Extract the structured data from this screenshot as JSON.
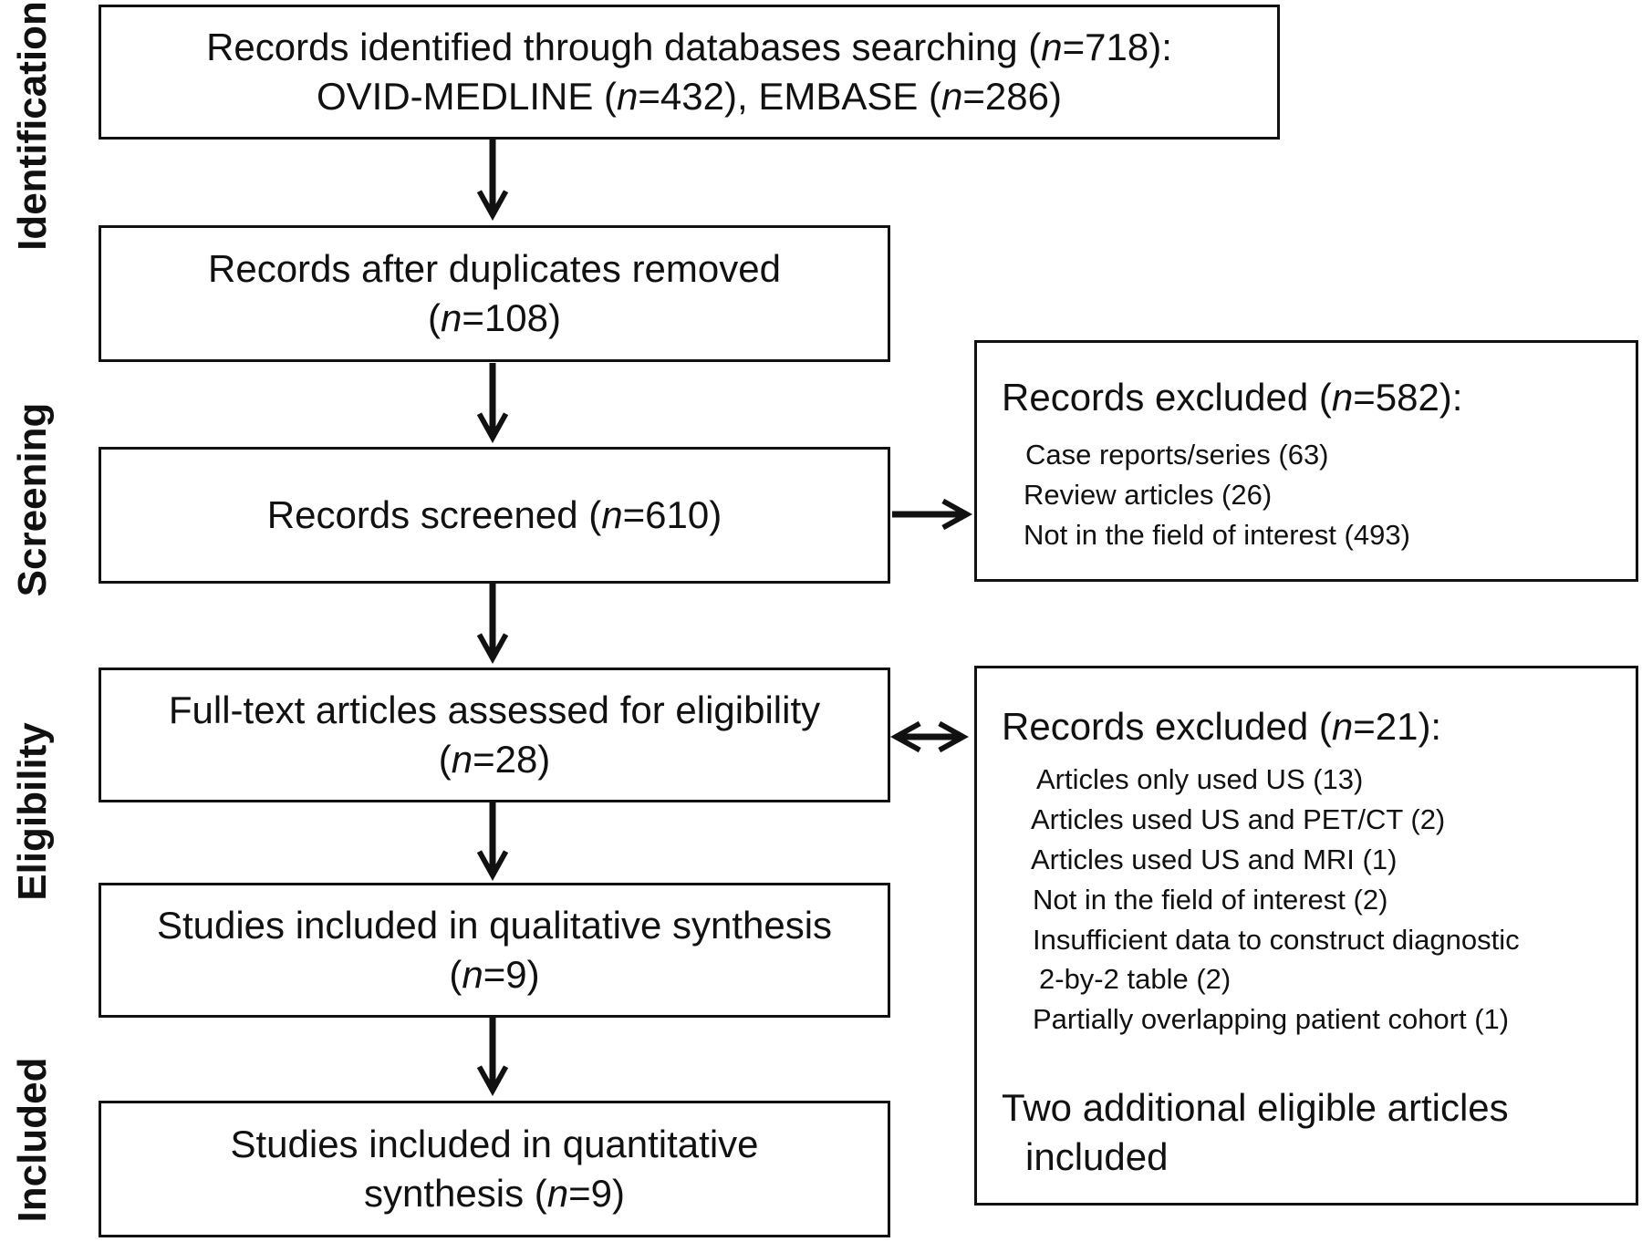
{
  "stages": {
    "identification": "Identification",
    "screening": "Screening",
    "eligibility": "Eligibility",
    "included": "Included"
  },
  "boxes": {
    "identified": {
      "line1_pre": "Records identified through databases searching (",
      "line1_n": "n",
      "line1_post": "=718):",
      "line2_a": "OVID-MEDLINE (",
      "line2_n1": "n",
      "line2_b": "=432), EMBASE (",
      "line2_n2": "n",
      "line2_c": "=286)"
    },
    "duplicates": {
      "line1": "Records after duplicates removed",
      "line2_pre": "(",
      "line2_n": "n",
      "line2_post": "=108)"
    },
    "screened": {
      "line1_pre": "Records screened (",
      "line1_n": "n",
      "line1_post": "=610)"
    },
    "fulltext": {
      "line1": "Full-text articles assessed for eligibility",
      "line2_pre": "(",
      "line2_n": "n",
      "line2_post": "=28)"
    },
    "qualitative": {
      "line1": "Studies included in qualitative synthesis",
      "line2_pre": "(",
      "line2_n": "n",
      "line2_post": "=9)"
    },
    "quantitative": {
      "line1": "Studies included in quantitative",
      "line2_pre": "synthesis (",
      "line2_n": "n",
      "line2_post": "=9)"
    }
  },
  "excluded_screening": {
    "head_pre": "Records excluded (",
    "head_n": "n",
    "head_post": "=582):",
    "items": [
      "Case reports/series (63)",
      "Review articles (26)",
      "Not in the field of interest (493)"
    ]
  },
  "excluded_eligibility": {
    "head_pre": "Records excluded (",
    "head_n": "n",
    "head_post": "=21):",
    "items": [
      "Articles only used US (13)",
      "Articles used US and PET/CT (2)",
      "Articles used US and MRI (1)",
      "Not in the field of interest (2)",
      "Insufficient data to construct diagnostic",
      "2-by-2 table (2)",
      "Partially overlapping patient cohort (1)"
    ],
    "additional_line1": "Two additional eligible articles",
    "additional_line2": "included"
  }
}
